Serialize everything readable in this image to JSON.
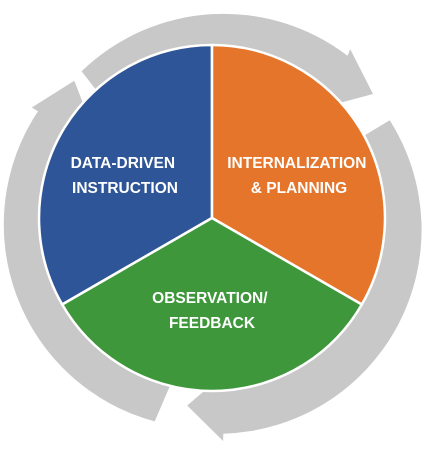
{
  "colors": {
    "arrow": "#c8c8c8",
    "background": "#ffffff",
    "label_text": "#ffffff",
    "segment_border": "#ffffff"
  },
  "segments": [
    {
      "id": "data-driven-instruction",
      "line1": "DATA-DRIVEN",
      "line2": "INSTRUCTION",
      "color": "#2e5597"
    },
    {
      "id": "internalization-planning",
      "line1": "INTERNALIZATION",
      "line2": "& PLANNING",
      "color": "#e4752b"
    },
    {
      "id": "observation-feedback",
      "line1": "OBSERVATION/",
      "line2": "FEEDBACK",
      "color": "#3e973b"
    }
  ],
  "arrows": [
    {
      "id": "arrow-top-right",
      "icon": "clockwise-arrow-icon"
    },
    {
      "id": "arrow-bottom",
      "icon": "clockwise-arrow-icon"
    },
    {
      "id": "arrow-left",
      "icon": "clockwise-arrow-icon"
    }
  ]
}
